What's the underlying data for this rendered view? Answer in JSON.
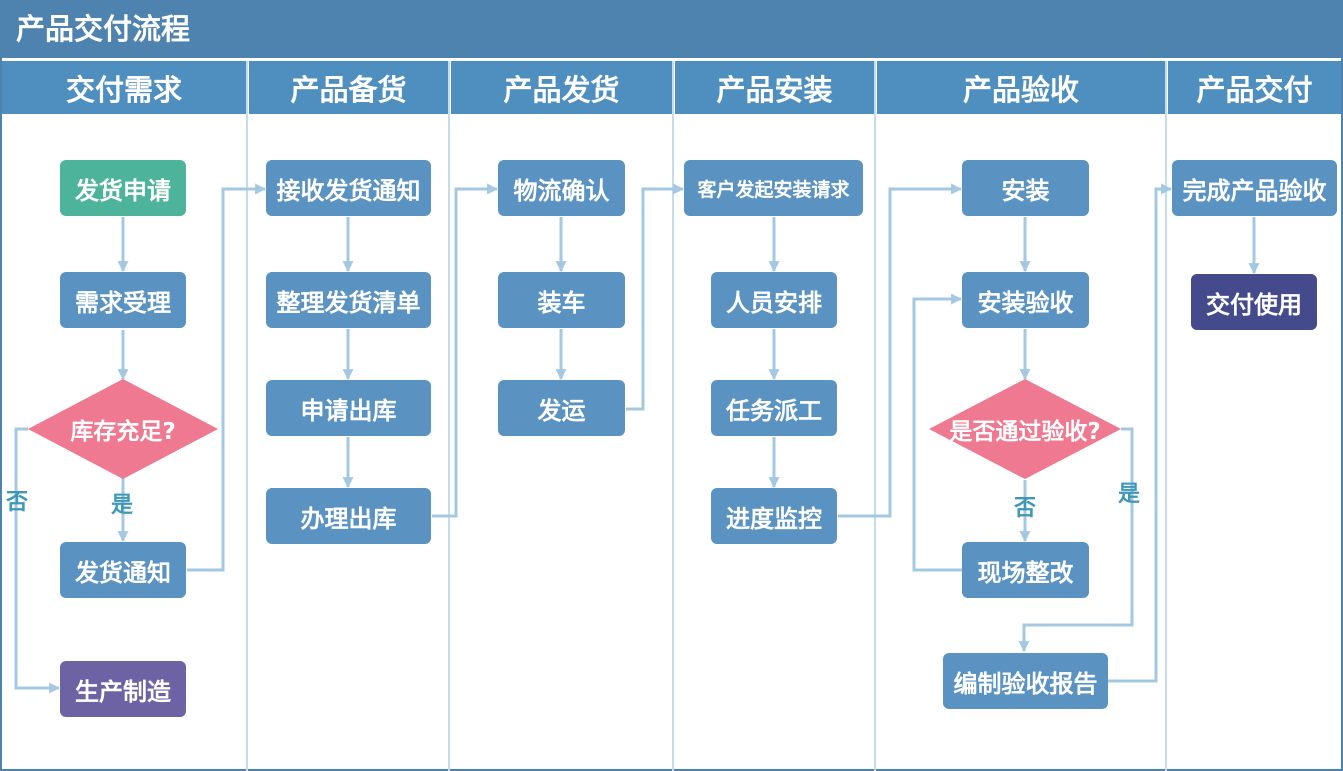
{
  "title": "产品交付流程",
  "columns": [
    "交付需求",
    "产品备货",
    "产品发货",
    "产品安装",
    "产品验收",
    "产品交付"
  ],
  "nodes": {
    "fahuo_shenqing": "发货申请",
    "xuqiu_shouli": "需求受理",
    "kucun_chongzu": "库存充足?",
    "fahuo_tongzhi": "发货通知",
    "shengchan_zhizao": "生产制造",
    "jieshou_fahuo_tongzhi": "接收发货通知",
    "zhengli_fahuo_qingdan": "整理发货清单",
    "shenqing_chuku": "申请出库",
    "banli_chuku": "办理出库",
    "wuliu_queren": "物流确认",
    "zhuangche": "装车",
    "fayun": "发运",
    "kehu_faqi_anzhuang": "客户发起安装请求",
    "renyuan_anpai": "人员安排",
    "renwu_paigong": "任务派工",
    "jindu_jiankong": "进度监控",
    "anzhuang": "安装",
    "anzhuang_yanshou": "安装验收",
    "shifou_tongguo": "是否通过验收?",
    "xianchang_zhenggai": "现场整改",
    "bianzhi_baogao": "编制验收报告",
    "wancheng_yanshou": "完成产品验收",
    "jiaofu_shiyong": "交付使用"
  },
  "edge_labels": {
    "yes": "是",
    "no": "否"
  },
  "colors": {
    "title_bar": "#4e83b0",
    "column_header": "#4e8fc0",
    "process_box": "#5a93c1",
    "start_box": "#4eb39b",
    "decision": "#ee7990",
    "produce_box": "#6d62a3",
    "final_box": "#454a8c",
    "connector": "#a5c8e2",
    "label": "#3f98b8"
  }
}
